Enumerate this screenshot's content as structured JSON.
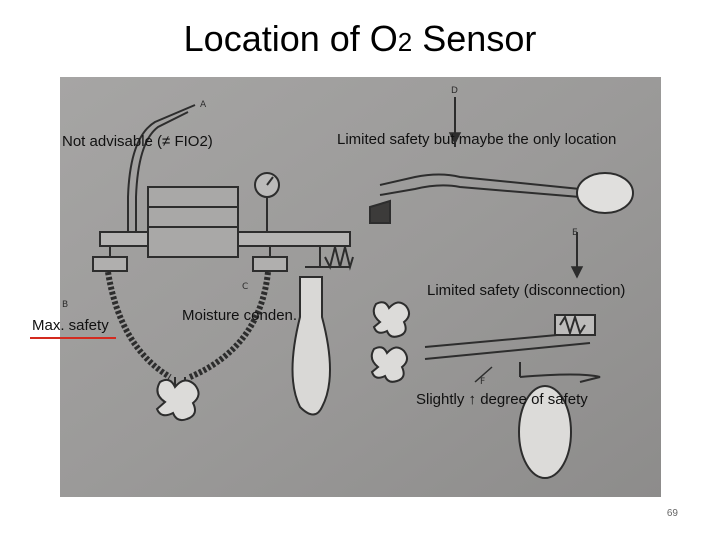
{
  "slide": {
    "title_main": "Location of O",
    "title_sub": "2",
    "title_end": " Sensor",
    "page_number": "69"
  },
  "labels": {
    "not_advisable": "Not advisable (≠ FIO2)",
    "limited_only": "Limited safety but maybe the only location",
    "limited_disconnection": "Limited safety (disconnection)",
    "max_safety": "Max. safety",
    "moisture": "Moisture conden.",
    "slightly": "Slightly ↑ degree of safety"
  },
  "diagram_letters": {
    "a": "A",
    "b": "B",
    "c": "C",
    "d": "D",
    "e": "E",
    "f": "F"
  },
  "colors": {
    "underline": "#d42a1f",
    "photo_bg": "#9a9998",
    "sketch": "#2d2d2d"
  }
}
